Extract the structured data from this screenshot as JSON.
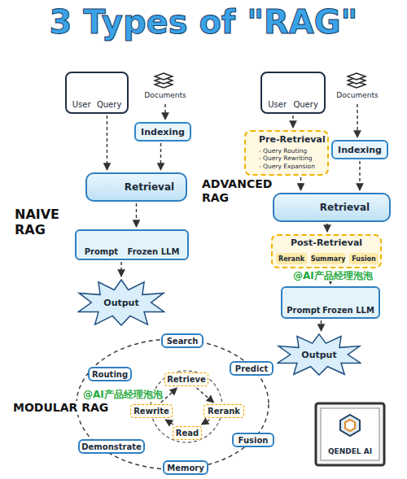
{
  "diagram": {
    "title": "3 Types of \"RAG\"",
    "nodes": [
      {
        "text": [
          "User",
          "Query"
        ]
      },
      {
        "text": [
          "Documents"
        ]
      },
      {
        "text": [
          "Indexing"
        ]
      },
      {
        "text": [
          "Retrieval"
        ]
      },
      {
        "text": [
          "Prompt",
          "Frozen LLM"
        ]
      },
      {
        "text": [
          "Output"
        ]
      },
      {
        "text": [
          "User",
          "Query"
        ]
      },
      {
        "text": [
          "Documents"
        ]
      },
      {
        "text": [
          "Pre-Retrieval",
          "- Query Routing",
          "- Query Rewriting",
          "- Query Expansion"
        ]
      },
      {
        "text": [
          "Indexing"
        ]
      },
      {
        "text": [
          "Retrieval"
        ]
      },
      {
        "text": [
          "Post-Retrieval"
        ]
      },
      {
        "text": [
          "Rerank"
        ],
        "in": 11
      },
      {
        "text": [
          "Summary"
        ],
        "in": 11
      },
      {
        "text": [
          "Fusion"
        ],
        "in": 11
      },
      {
        "text": [
          "Prompt",
          "Frozen LLM"
        ]
      },
      {
        "text": [
          "Output"
        ]
      },
      {
        "text": [
          "Search"
        ]
      },
      {
        "text": [
          "Routing"
        ]
      },
      {
        "text": [
          "Predict"
        ]
      },
      {
        "text": [
          "Retrieve"
        ]
      },
      {
        "text": [
          "Rewrite"
        ]
      },
      {
        "text": [
          "Rerank"
        ]
      },
      {
        "text": [
          "Read"
        ]
      },
      {
        "text": [
          "Demonstrate"
        ]
      },
      {
        "text": [
          "Fusion"
        ]
      },
      {
        "text": [
          "Memory"
        ]
      }
    ],
    "edges": [
      {
        "from": 0,
        "to": 3,
        "arrow": "to"
      },
      {
        "from": 1,
        "to": 2,
        "arrow": "to"
      },
      {
        "from": 2,
        "to": 3,
        "arrow": "to"
      },
      {
        "from": 3,
        "to": 4,
        "arrow": "to"
      },
      {
        "from": 4,
        "to": 5,
        "arrow": "to"
      },
      {
        "from": 6,
        "to": 8,
        "arrow": "to"
      },
      {
        "from": 7,
        "to": 9,
        "arrow": "to"
      },
      {
        "from": 8,
        "to": 10,
        "arrow": "to"
      },
      {
        "from": 9,
        "to": 10,
        "arrow": "to"
      },
      {
        "from": 10,
        "to": 11,
        "arrow": "to"
      },
      {
        "from": 11,
        "to": 15,
        "arrow": "to"
      },
      {
        "from": 15,
        "to": 16,
        "arrow": "to"
      },
      {
        "from": 20,
        "to": 22,
        "arrow": "to"
      },
      {
        "from": 22,
        "to": 23,
        "arrow": "to"
      },
      {
        "from": 23,
        "to": 21,
        "arrow": "to"
      },
      {
        "from": 21,
        "to": 20,
        "arrow": "to"
      }
    ],
    "labels": [
      "NAIVE RAG",
      "ADVANCED RAG",
      "@AI产品经理泡泡",
      "MODULAR RAG",
      "@AI产品经理泡泡",
      "QENDEL AI"
    ]
  }
}
